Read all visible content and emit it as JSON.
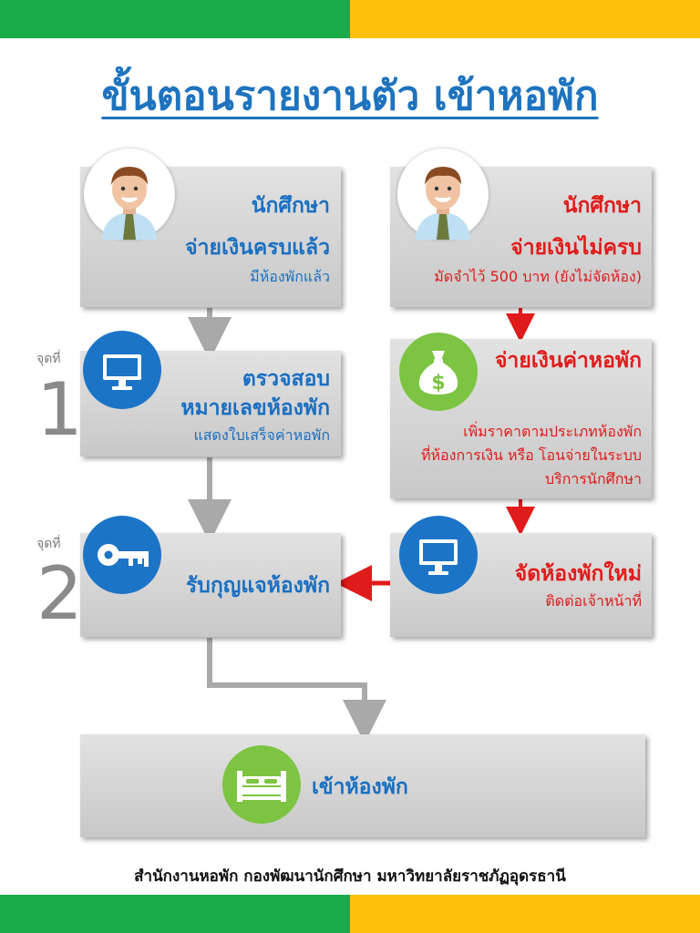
{
  "title": "ขั้นตอนรายงานตัว เข้าหอพัก",
  "left_student": {
    "heading": "นักศึกษา",
    "status": "จ่ายเงินครบแล้ว",
    "note": "มีห้องพักแล้ว"
  },
  "right_student": {
    "heading": "นักศึกษา",
    "status": "จ่ายเงินไม่ครบ",
    "note": "มัดจำไว้ 500 บาท (ยังไม่จัดห้อง)"
  },
  "point1": {
    "label": "จุดที่",
    "number": "1",
    "line1": "ตรวจสอบ",
    "line2": "หมายเลขห้องพัก",
    "line3": "แสดงใบเสร็จค่าหอพัก"
  },
  "pay": {
    "heading": "จ่ายเงินค่าหอพัก",
    "line1": "เพิ่มราคาตามประเภทห้องพัก",
    "line2": "ที่ห้องการเงิน หรือ โอนจ่ายในระบบ",
    "line3": "บริการนักศึกษา"
  },
  "point2": {
    "label": "จุดที่",
    "number": "2",
    "text": "รับกุญแจห้องพัก"
  },
  "assign": {
    "line1": "จัดห้องพักใหม่",
    "line2": "ติดต่อเจ้าหน้าที่"
  },
  "enter": {
    "text": "เข้าห้องพัก"
  },
  "footer": "สำนักงานหอพัก กองพัฒนานักศึกษา มหาวิทยาลัยราชภัฏอุดรธานี",
  "colors": {
    "accent_blue": "#1a6fc1",
    "accent_red": "#e01b1b",
    "bar_green": "#1cab4b",
    "bar_yellow": "#fdc00b"
  },
  "icons": [
    "person-avatar-icon",
    "monitor-icon",
    "money-bag-icon",
    "key-icon",
    "bed-icon"
  ]
}
